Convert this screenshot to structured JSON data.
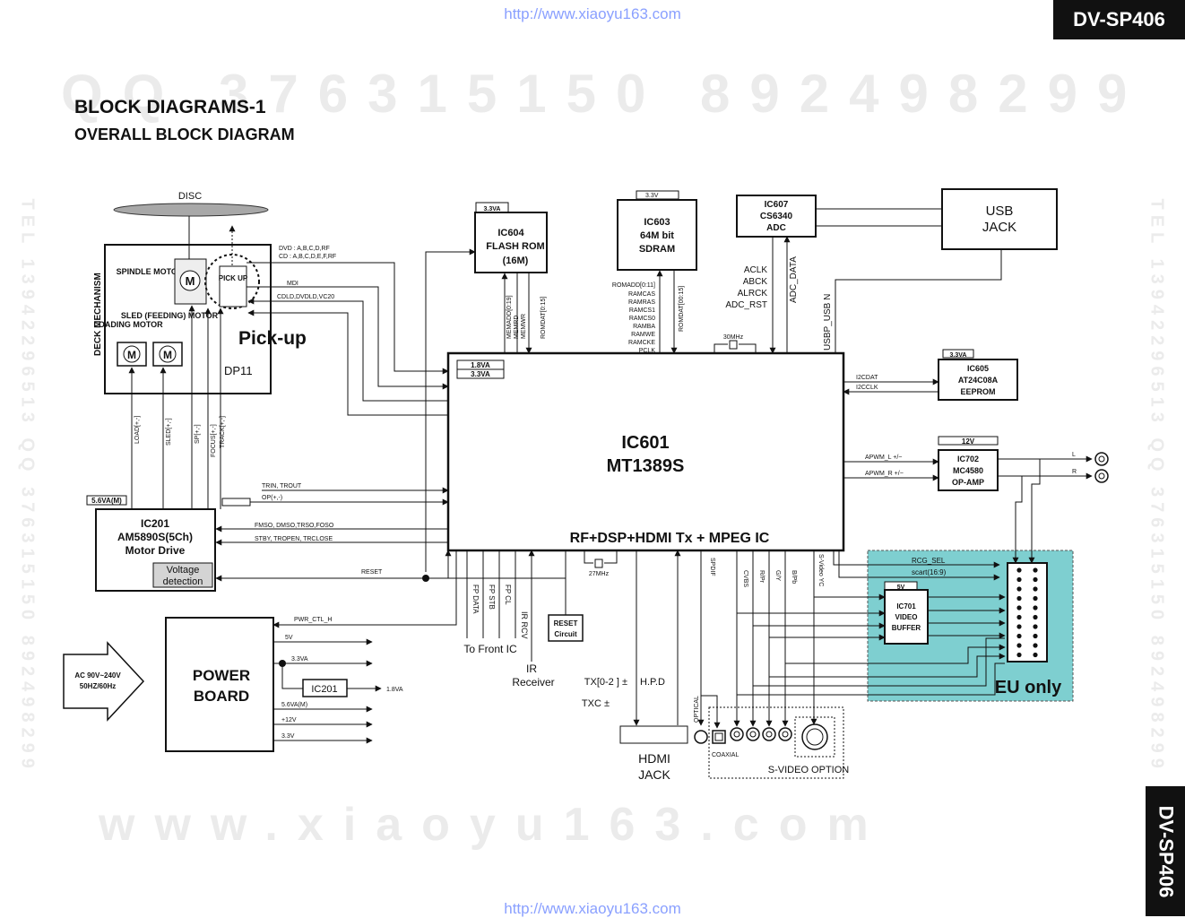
{
  "header": {
    "url_top": "http://www.xiaoyu163.com",
    "url_bottom": "http://www.xiaoyu163.com",
    "model": "DV-SP406"
  },
  "titles": {
    "main": "BLOCK DIAGRAMS-1",
    "sub": "OVERALL BLOCK DIAGRAM"
  },
  "watermarks": {
    "qq_line": "QQ 376315150   892498299",
    "web_line": "www.xiaoyu163.com",
    "side_left": "TEL 13942296513  QQ 376315150  892498299",
    "side_right": "TEL 13942296513  QQ 376315150  892498299"
  },
  "deck": {
    "disc": "DISC",
    "mechanism": "DECK MECHANISM",
    "spindle_motor": "SPINDLE MOTOR",
    "pick_up_small": "PICK UP",
    "sled_motor": "SLED (FEEDING) MOTOR",
    "loading_motor": "LOADING MOTOR",
    "motor_symbol": "M",
    "pickup_big": "Pick-up",
    "model": "DP11",
    "dvd_sig": "DVD : A,B,C,D,RF",
    "cd_sig": "CD : A,B,C,D,E,F,RF",
    "mdi": "MDI",
    "cdld": "CDLD,DVDLD,VC20",
    "load": "LOAD[+,-]",
    "sled": "SLED[+,-]",
    "sp": "SP[+,-]",
    "focus": "FOCUS[+,-]",
    "track": "TRACK[+,-]"
  },
  "ic604": {
    "power": "3.3VA",
    "name": "IC604",
    "desc1": "FLASH ROM",
    "desc2": "(16M)"
  },
  "ic603": {
    "power": "3.3V",
    "name": "IC603",
    "desc1": "64M bit",
    "desc2": "SDRAM"
  },
  "ic607": {
    "name": "IC607",
    "part": "CS6340",
    "desc": "ADC"
  },
  "usb": {
    "line1": "USB",
    "line2": "JACK",
    "signal": "USBP_USB N"
  },
  "adc_signals": [
    "ACLK",
    "ABCK",
    "ALRCK",
    "ADC_RST"
  ],
  "adc_data": "ADC_DATA",
  "flash_signals": [
    "MEMADD[0:19]",
    "MEMRD",
    "MEMWR",
    "ROMDAT[0:15]"
  ],
  "sdram_signals": [
    "ROMADD[0:11]",
    "RAMCAS",
    "RAMRAS",
    "RAMCS1",
    "RAMCS0",
    "RAMBA",
    "RAMWE",
    "RAMCKE",
    "PCLK"
  ],
  "sdram_data": "ROMDAT[00:15]",
  "crystal1": "30MHz",
  "crystal2": "27MHz",
  "ic601": {
    "power1": "1.8VA",
    "power2": "3.3VA",
    "name": "IC601",
    "part": "MT1389S",
    "desc": "RF+DSP+HDMI Tx + MPEG IC"
  },
  "ic605": {
    "power": "3.3VA",
    "name": "IC605",
    "part": "AT24C08A",
    "desc": "EEPROM"
  },
  "i2c": [
    "I2CDAT",
    "I2CCLK"
  ],
  "ic702": {
    "power": "12V",
    "name": "IC702",
    "part": "MC4580",
    "desc": "OP-AMP"
  },
  "audio": {
    "apwm_l": "APWM_L +/−",
    "apwm_r": "APWM_R +/−",
    "l": "L",
    "r": "R"
  },
  "ic201": {
    "power": "5.6VA(M)",
    "name": "IC201",
    "part": "AM5890S(5Ch)",
    "desc": "Motor Drive",
    "voltage1": "Voltage",
    "voltage2": "detection"
  },
  "motor_signals": [
    "TRIN, TROUT",
    "OP(+,-)",
    "FMSO, DMSO,TRSO,FOSO",
    "STBY, TROPEN, TRCLOSE",
    "RESET"
  ],
  "power_board": {
    "line1": "POWER",
    "line2": "BOARD",
    "ac1": "AC 90V~240V",
    "ac2": "50HZ/60Hz",
    "ctl": "PWR_CTL_H",
    "out_5v": "5V",
    "out_33va": "3.3VA",
    "reg": "IC201",
    "reg_out": "1.8VA",
    "out_56va": "5.6VA(M)",
    "out_12v": "+12V",
    "out_33v": "3.3V"
  },
  "front": {
    "fp_data": "FP DATA",
    "fp_stb": "FP STB",
    "fp_cl": "FP CL",
    "ir_rcv": "IR RCV",
    "to_front": "To Front IC",
    "ir_receiver1": "IR",
    "ir_receiver2": "Receiver",
    "reset1": "RESET",
    "reset2": "Circuit"
  },
  "hdmi": {
    "tx": "TX[0-2 ]  ±",
    "txc": "TXC ±",
    "hpd": "H.P.D",
    "jack1": "HDMI",
    "jack2": "JACK"
  },
  "video": {
    "spdif": "SPDIF",
    "cvbs": "CVBS",
    "rpr": "R/Pr",
    "gy": "G/Y",
    "bpb": "B/Pb",
    "svideo_yc": "S-Video YC",
    "optical": "OPTICAL",
    "coaxial": "COAXIAL",
    "svideo_option": "S-VIDEO OPTION"
  },
  "eu": {
    "rcg": "RCG_SEL",
    "scart": "scart(16:9)",
    "ic701_power": "5V",
    "ic701_name": "IC701",
    "ic701_desc1": "VIDEO",
    "ic701_desc2": "BUFFER",
    "label": "EU only",
    "color": "#7ecfd0"
  }
}
